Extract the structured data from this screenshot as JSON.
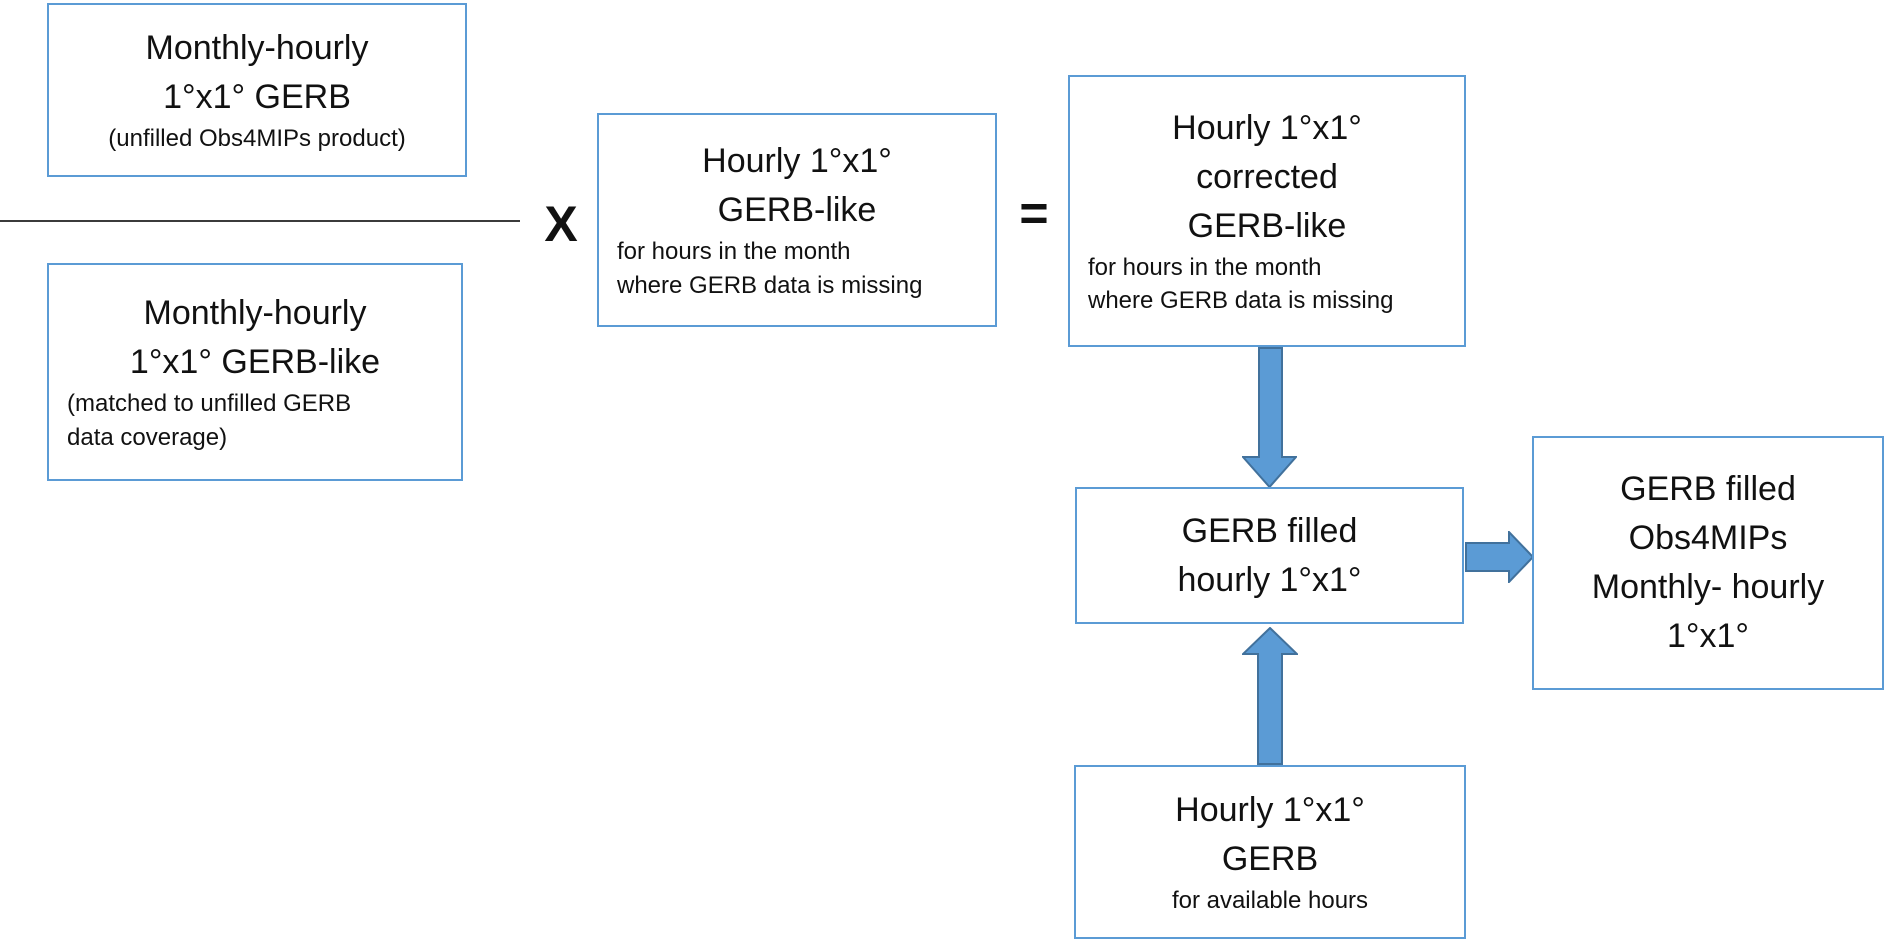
{
  "colors": {
    "box_border": "#5b9bd5",
    "arrow_fill": "#5b9bd5",
    "arrow_outline": "#41719c",
    "divider": "#3b3b3b",
    "text": "#111111"
  },
  "operators": {
    "multiply": "X",
    "equals": "="
  },
  "icons": {
    "flow_down": "down-arrow",
    "flow_right": "right-arrow",
    "flow_up": "up-arrow"
  },
  "boxes": {
    "unfilled_gerb": {
      "line1": "Monthly-hourly",
      "line2": "1°x1° GERB",
      "note1": "(unfilled Obs4MIPs product)"
    },
    "gerb_like_matched": {
      "line1": "Monthly-hourly",
      "line2": "1°x1° GERB-like",
      "note1": "(matched to unfilled GERB",
      "note2": "data coverage)"
    },
    "hourly_gerb_like": {
      "line1": "Hourly 1°x1°",
      "line2": "GERB-like",
      "note1": "for hours in the month",
      "note2": "where GERB data is missing"
    },
    "corrected_gerb_like": {
      "line1": "Hourly 1°x1°",
      "line2": "corrected",
      "line3": "GERB-like",
      "note1": "for hours in the month",
      "note2": "where GERB data is missing"
    },
    "gerb_filled_hourly": {
      "line1": "GERB filled",
      "line2": "hourly 1°x1°"
    },
    "gerb_filled_obs4mips": {
      "line1": "GERB filled",
      "line2": "Obs4MIPs",
      "line3": "Monthly- hourly",
      "line4": "1°x1°"
    },
    "hourly_gerb_available": {
      "line1": "Hourly 1°x1°",
      "line2": "GERB",
      "note1": "for available hours"
    }
  }
}
